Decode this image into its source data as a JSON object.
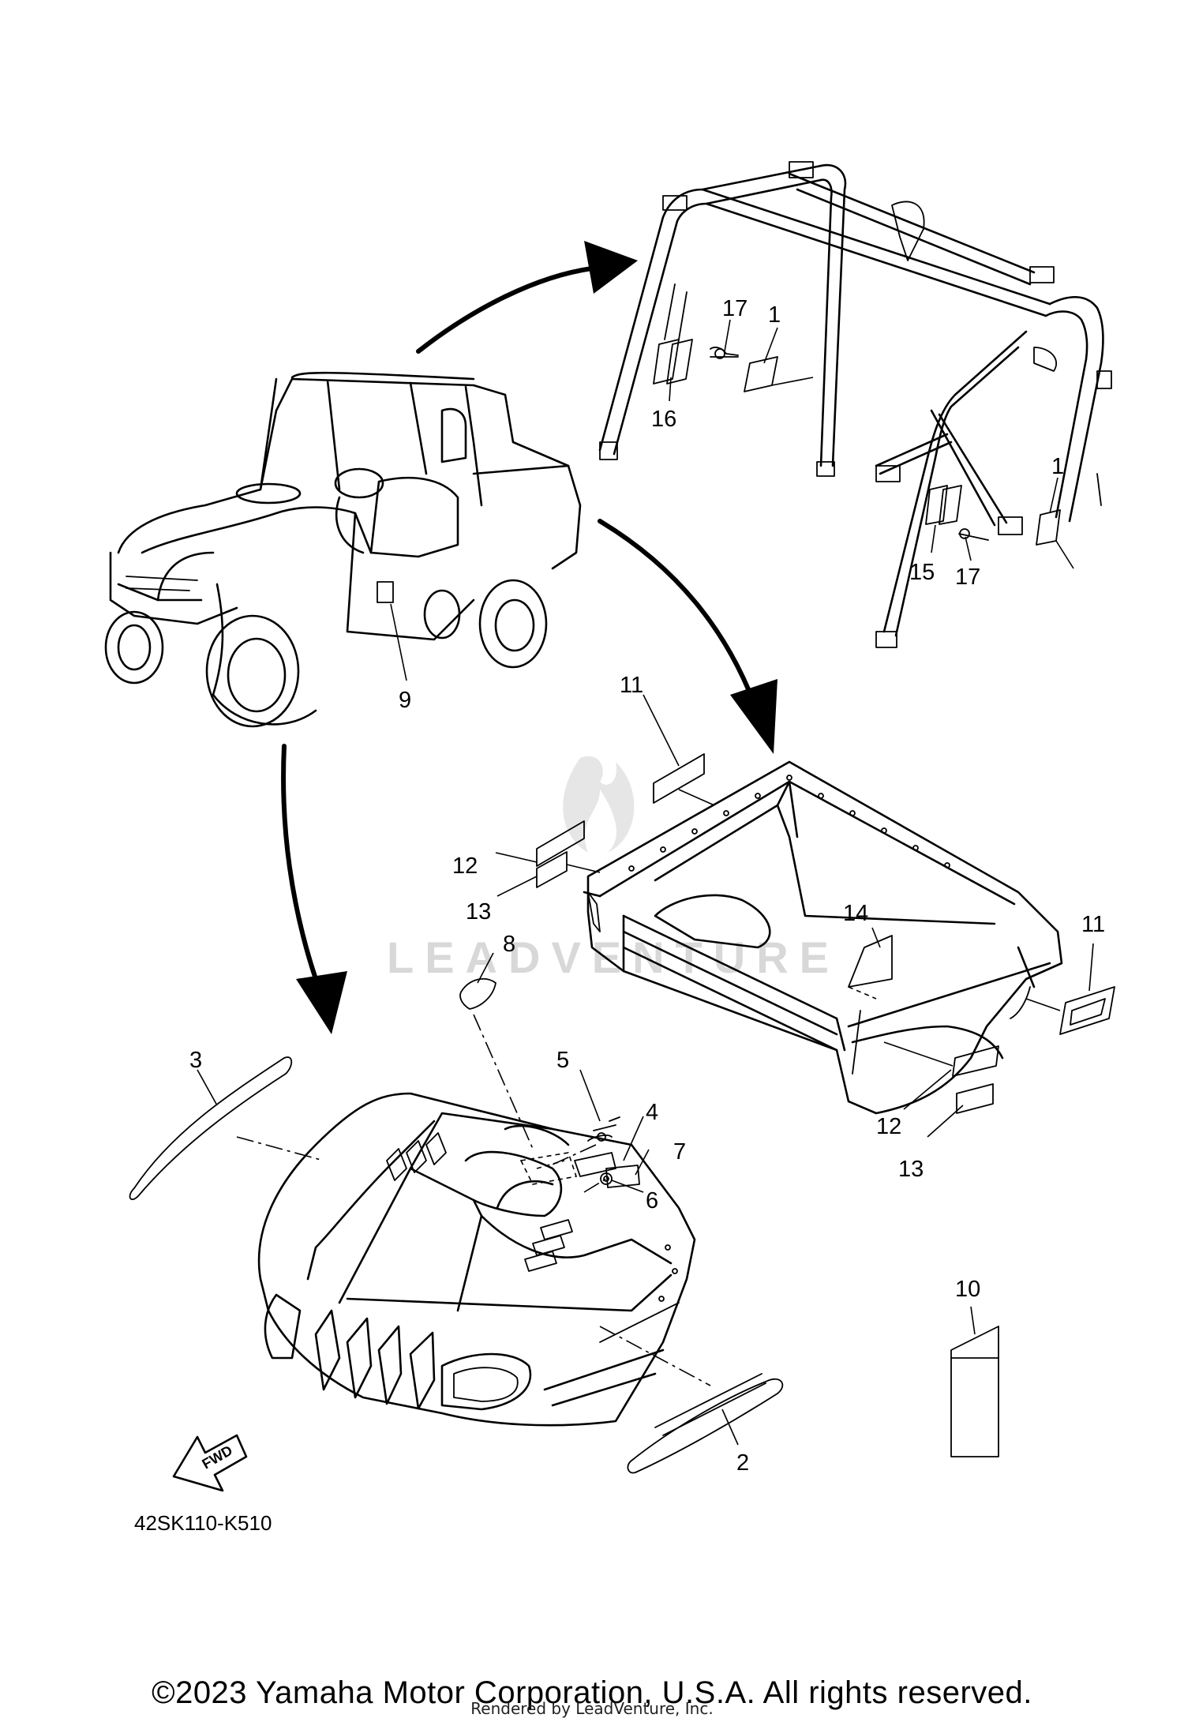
{
  "drawing_code": "42SK110-K510",
  "watermark": "LEADVENTURE",
  "fwd_label": "FWD",
  "copyright": "©2023 Yamaha Motor Corporation, U.S.A. All rights reserved.",
  "rendered_by": "Rendered by LeadVenture, Inc.",
  "callouts": {
    "c1a": "1",
    "c1b": "1",
    "c2": "2",
    "c3": "3",
    "c4": "4",
    "c5": "5",
    "c6": "6",
    "c7": "7",
    "c8": "8",
    "c9": "9",
    "c10": "10",
    "c11a": "11",
    "c11b": "11",
    "c12a": "12",
    "c12b": "12",
    "c13a": "13",
    "c13b": "13",
    "c14": "14",
    "c15": "15",
    "c16": "16",
    "c17a": "17",
    "c17b": "17"
  }
}
